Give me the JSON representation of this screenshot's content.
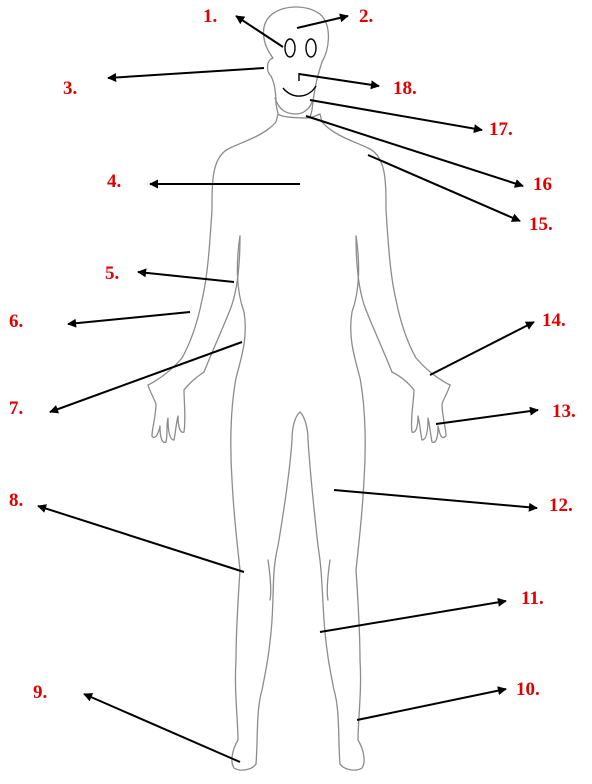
{
  "colors": {
    "label": "#e00000",
    "arrow": "#000000",
    "outline": "#8c8c8c",
    "background": "#ffffff"
  },
  "labels": [
    {
      "id": "1",
      "text": "1."
    },
    {
      "id": "2",
      "text": "2."
    },
    {
      "id": "3",
      "text": "3."
    },
    {
      "id": "4",
      "text": "4."
    },
    {
      "id": "5",
      "text": "5."
    },
    {
      "id": "6",
      "text": "6."
    },
    {
      "id": "7",
      "text": "7."
    },
    {
      "id": "8",
      "text": "8."
    },
    {
      "id": "9",
      "text": "9."
    },
    {
      "id": "10",
      "text": "10."
    },
    {
      "id": "11",
      "text": "11."
    },
    {
      "id": "12",
      "text": "12."
    },
    {
      "id": "13",
      "text": "13."
    },
    {
      "id": "14",
      "text": "14."
    },
    {
      "id": "15",
      "text": "15."
    },
    {
      "id": "16",
      "text": "16"
    },
    {
      "id": "17",
      "text": "17."
    },
    {
      "id": "18",
      "text": "18."
    }
  ]
}
